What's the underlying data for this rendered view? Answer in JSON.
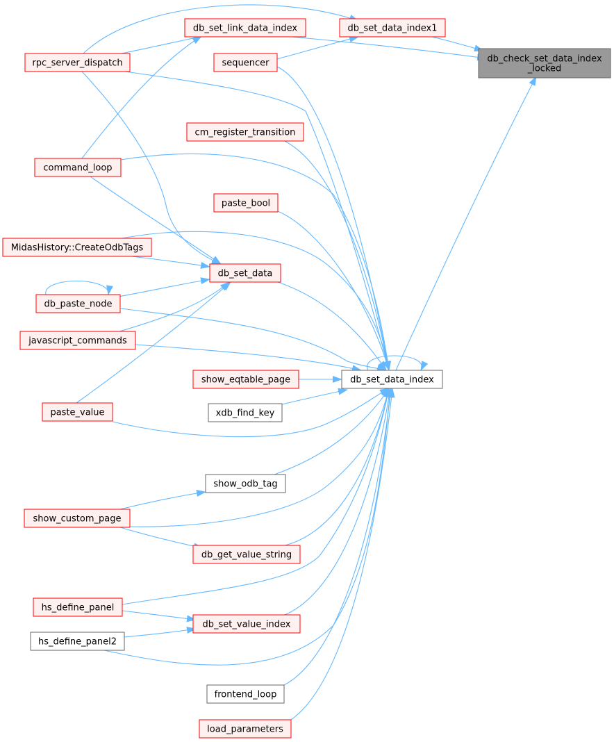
{
  "colors": {
    "edge": "#63b8ff",
    "node_border_red": "#ff0000",
    "node_fill_red": "#fff0f0",
    "node_border_gray": "#666666",
    "node_fill_white": "#ffffff",
    "focus_fill": "#999999",
    "focus_border": "#666666"
  },
  "nodes": {
    "db_check_set_data_index_locked": {
      "lines": [
        "db_check_set_data_index",
        "_locked"
      ],
      "style": "focus"
    },
    "db_set_link_data_index": {
      "lines": [
        "db_set_link_data_index"
      ],
      "style": "red"
    },
    "db_set_data_index1": {
      "lines": [
        "db_set_data_index1"
      ],
      "style": "red"
    },
    "rpc_server_dispatch": {
      "lines": [
        "rpc_server_dispatch"
      ],
      "style": "red"
    },
    "sequencer": {
      "lines": [
        "sequencer"
      ],
      "style": "red"
    },
    "cm_register_transition": {
      "lines": [
        "cm_register_transition"
      ],
      "style": "red"
    },
    "command_loop": {
      "lines": [
        "command_loop"
      ],
      "style": "red"
    },
    "paste_bool": {
      "lines": [
        "paste_bool"
      ],
      "style": "red"
    },
    "MidasHistory_CreateOdbTags": {
      "lines": [
        "MidasHistory::CreateOdbTags"
      ],
      "style": "red"
    },
    "db_set_data": {
      "lines": [
        "db_set_data"
      ],
      "style": "red"
    },
    "db_paste_node": {
      "lines": [
        "db_paste_node"
      ],
      "style": "red"
    },
    "javascript_commands": {
      "lines": [
        "javascript_commands"
      ],
      "style": "red"
    },
    "show_eqtable_page": {
      "lines": [
        "show_eqtable_page"
      ],
      "style": "red"
    },
    "db_set_data_index": {
      "lines": [
        "db_set_data_index"
      ],
      "style": "gray"
    },
    "xdb_find_key": {
      "lines": [
        "xdb_find_key"
      ],
      "style": "gray"
    },
    "paste_value": {
      "lines": [
        "paste_value"
      ],
      "style": "red"
    },
    "show_odb_tag": {
      "lines": [
        "show_odb_tag"
      ],
      "style": "gray"
    },
    "show_custom_page": {
      "lines": [
        "show_custom_page"
      ],
      "style": "red"
    },
    "db_get_value_string": {
      "lines": [
        "db_get_value_string"
      ],
      "style": "red"
    },
    "hs_define_panel": {
      "lines": [
        "hs_define_panel"
      ],
      "style": "red"
    },
    "db_set_value_index": {
      "lines": [
        "db_set_value_index"
      ],
      "style": "red"
    },
    "hs_define_panel2": {
      "lines": [
        "hs_define_panel2"
      ],
      "style": "gray"
    },
    "frontend_loop": {
      "lines": [
        "frontend_loop"
      ],
      "style": "gray"
    },
    "load_parameters": {
      "lines": [
        "load_parameters"
      ],
      "style": "red"
    }
  },
  "edges": [
    {
      "from": "db_set_link_data_index",
      "to": "db_check_set_data_index_locked"
    },
    {
      "from": "db_set_data_index1",
      "to": "db_check_set_data_index_locked"
    },
    {
      "from": "db_set_data_index",
      "to": "db_check_set_data_index_locked"
    },
    {
      "from": "rpc_server_dispatch",
      "to": "db_set_link_data_index"
    },
    {
      "from": "rpc_server_dispatch",
      "to": "db_set_data_index1"
    },
    {
      "from": "rpc_server_dispatch",
      "to": "db_set_data"
    },
    {
      "from": "rpc_server_dispatch",
      "to": "db_set_data_index"
    },
    {
      "from": "command_loop",
      "to": "db_set_link_data_index"
    },
    {
      "from": "command_loop",
      "to": "db_set_data"
    },
    {
      "from": "command_loop",
      "to": "db_set_data_index"
    },
    {
      "from": "sequencer",
      "to": "db_set_data_index1"
    },
    {
      "from": "sequencer",
      "to": "db_set_data_index"
    },
    {
      "from": "cm_register_transition",
      "to": "db_set_data_index"
    },
    {
      "from": "paste_bool",
      "to": "db_set_data_index"
    },
    {
      "from": "MidasHistory_CreateOdbTags",
      "to": "db_set_data"
    },
    {
      "from": "MidasHistory_CreateOdbTags",
      "to": "db_set_data_index"
    },
    {
      "from": "db_paste_node",
      "to": "db_set_data"
    },
    {
      "from": "db_paste_node",
      "to": "db_paste_node"
    },
    {
      "from": "db_paste_node",
      "to": "db_set_data_index"
    },
    {
      "from": "javascript_commands",
      "to": "db_set_data"
    },
    {
      "from": "javascript_commands",
      "to": "db_set_data_index"
    },
    {
      "from": "paste_value",
      "to": "db_set_data"
    },
    {
      "from": "paste_value",
      "to": "db_set_data_index"
    },
    {
      "from": "db_set_data",
      "to": "db_set_data_index"
    },
    {
      "from": "db_set_data_index",
      "to": "db_set_data_index"
    },
    {
      "from": "show_eqtable_page",
      "to": "db_set_data_index"
    },
    {
      "from": "xdb_find_key",
      "to": "db_set_data_index"
    },
    {
      "from": "show_odb_tag",
      "to": "db_set_data_index"
    },
    {
      "from": "show_custom_page",
      "to": "show_odb_tag"
    },
    {
      "from": "show_custom_page",
      "to": "db_set_data_index"
    },
    {
      "from": "show_custom_page",
      "to": "db_get_value_string"
    },
    {
      "from": "db_get_value_string",
      "to": "db_set_data_index"
    },
    {
      "from": "hs_define_panel",
      "to": "db_set_data_index"
    },
    {
      "from": "hs_define_panel",
      "to": "db_set_value_index"
    },
    {
      "from": "hs_define_panel2",
      "to": "db_set_value_index"
    },
    {
      "from": "hs_define_panel2",
      "to": "db_set_data_index"
    },
    {
      "from": "db_set_value_index",
      "to": "db_set_data_index"
    },
    {
      "from": "frontend_loop",
      "to": "db_set_data_index"
    },
    {
      "from": "load_parameters",
      "to": "db_set_data_index"
    }
  ]
}
